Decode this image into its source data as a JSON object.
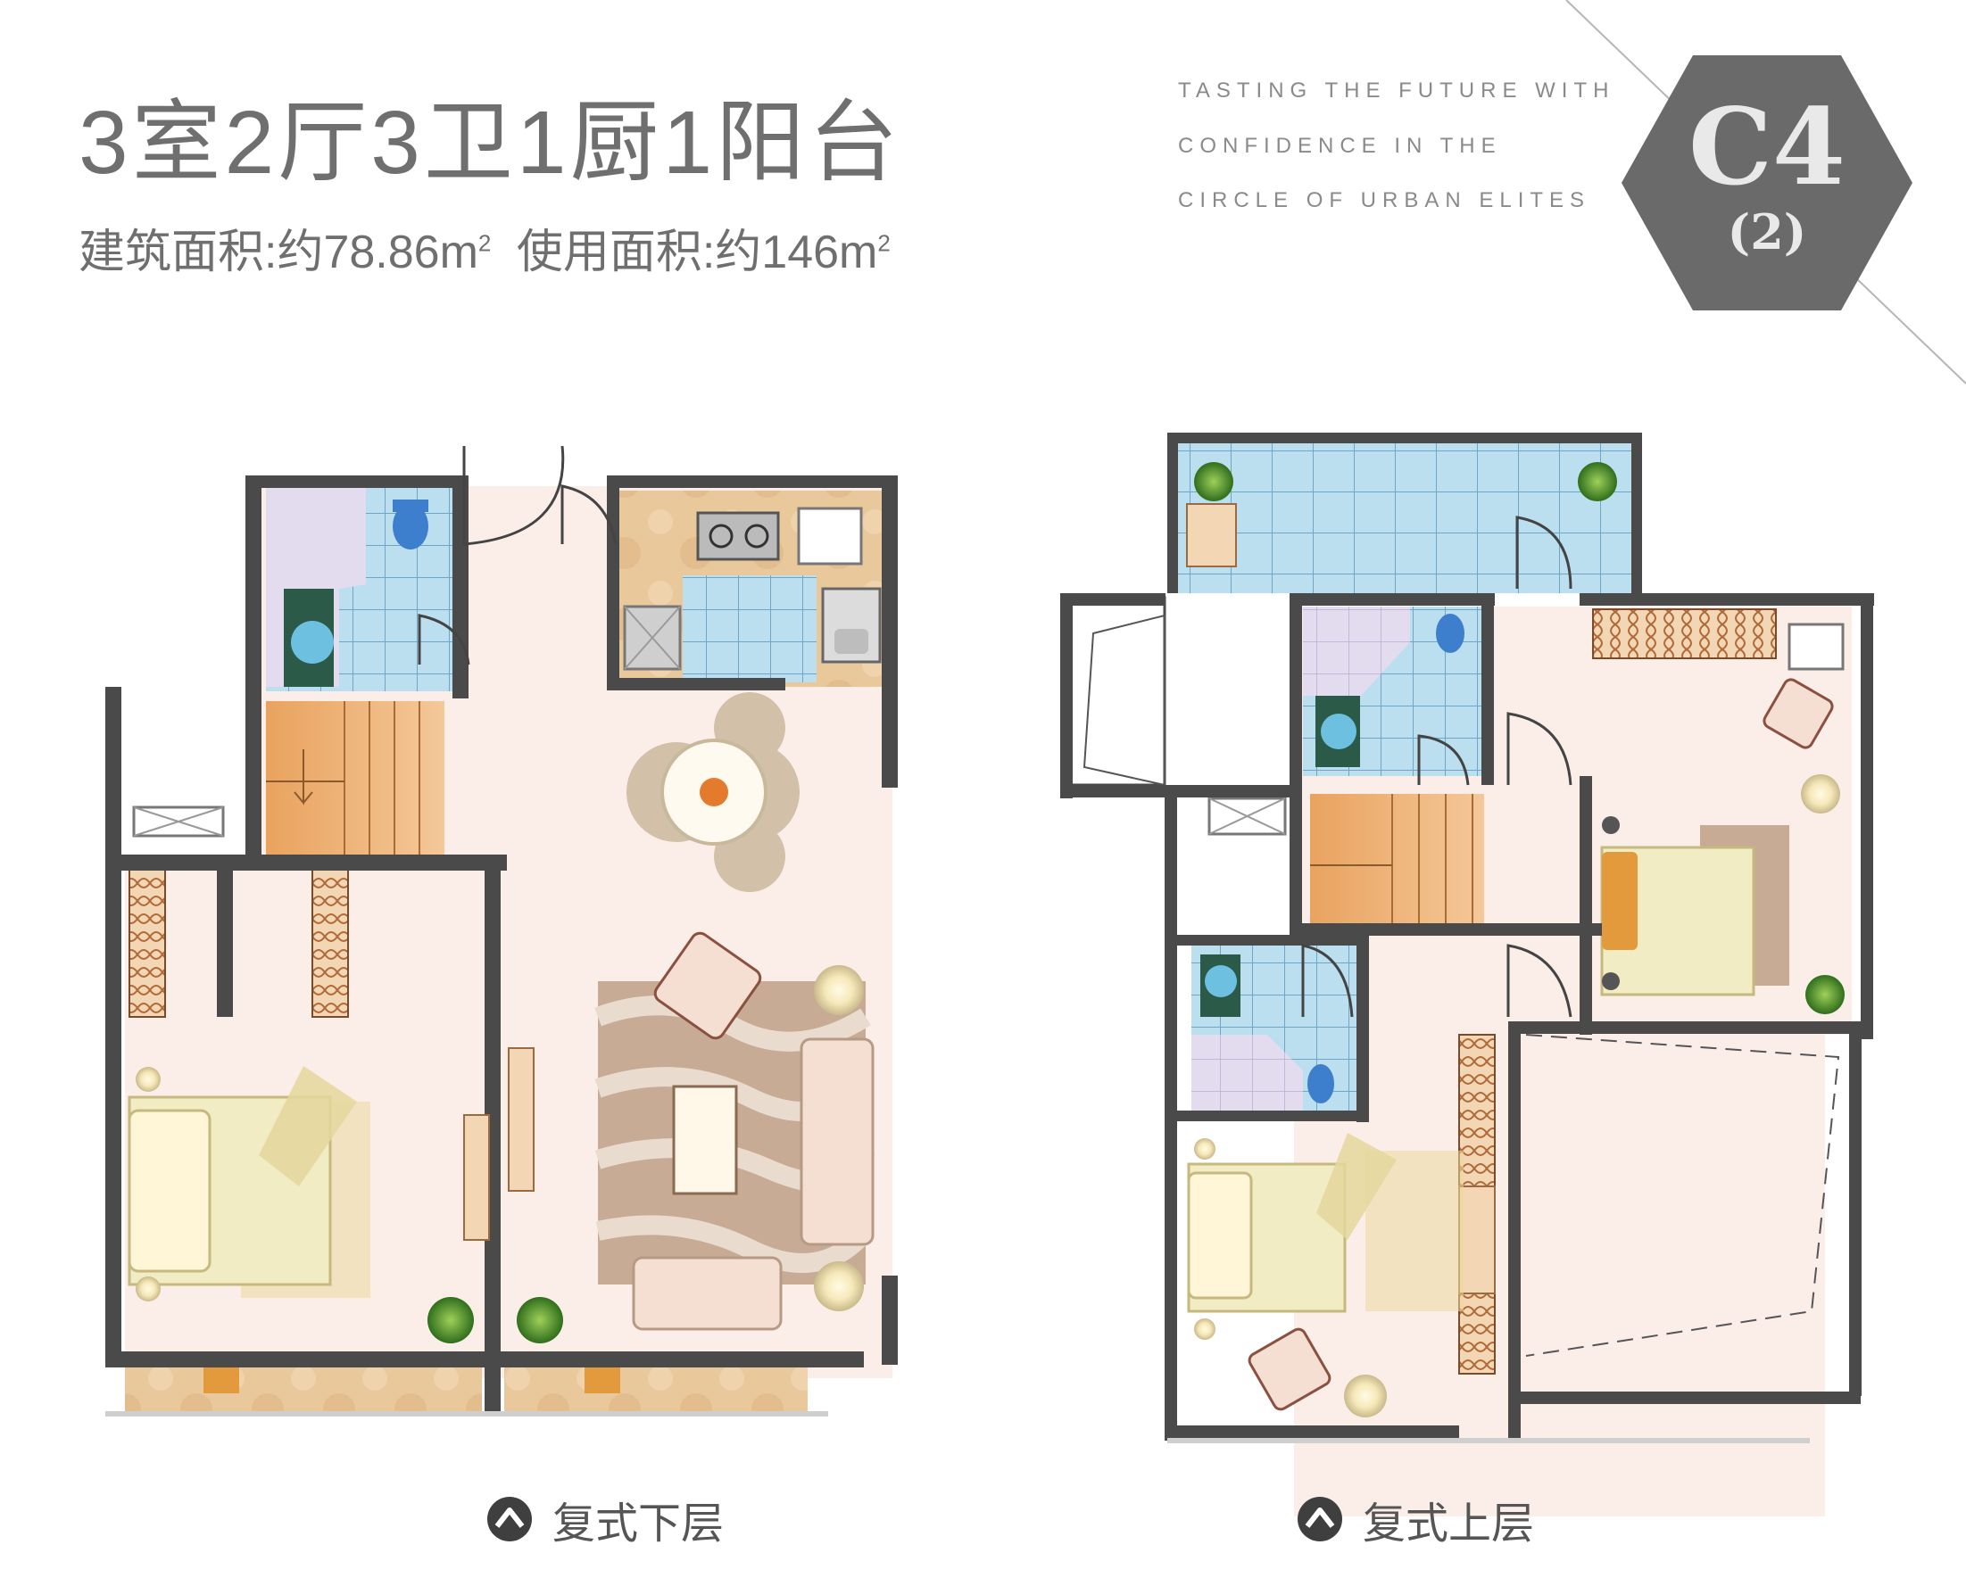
{
  "header": {
    "title": "3室2厅3卫1厨1阳台",
    "area_build_label": "建筑面积:约78.86m",
    "area_build_sup": "2",
    "area_use_label": "使用面积:约146m",
    "area_use_sup": "2"
  },
  "tagline": [
    "TASTING THE FUTURE WITH",
    "CONFIDENCE IN THE",
    "CIRCLE OF URBAN ELITES"
  ],
  "badge": {
    "code": "C4",
    "sub": "(2)"
  },
  "captions": {
    "lower": "复式下层",
    "upper": "复式上层"
  },
  "colors": {
    "wall": "#4a4a4a",
    "floor": "#fbeee9",
    "tile": "#bcdff0",
    "tile_line": "#6fa6c8",
    "stairs": "#e7a868",
    "rug": "#c7ab95",
    "bed": "#f2ecc4",
    "badge": "#6a6a6a",
    "bath_lilac": "#e3dcef",
    "kitchen_counter": "#e8c79a"
  }
}
